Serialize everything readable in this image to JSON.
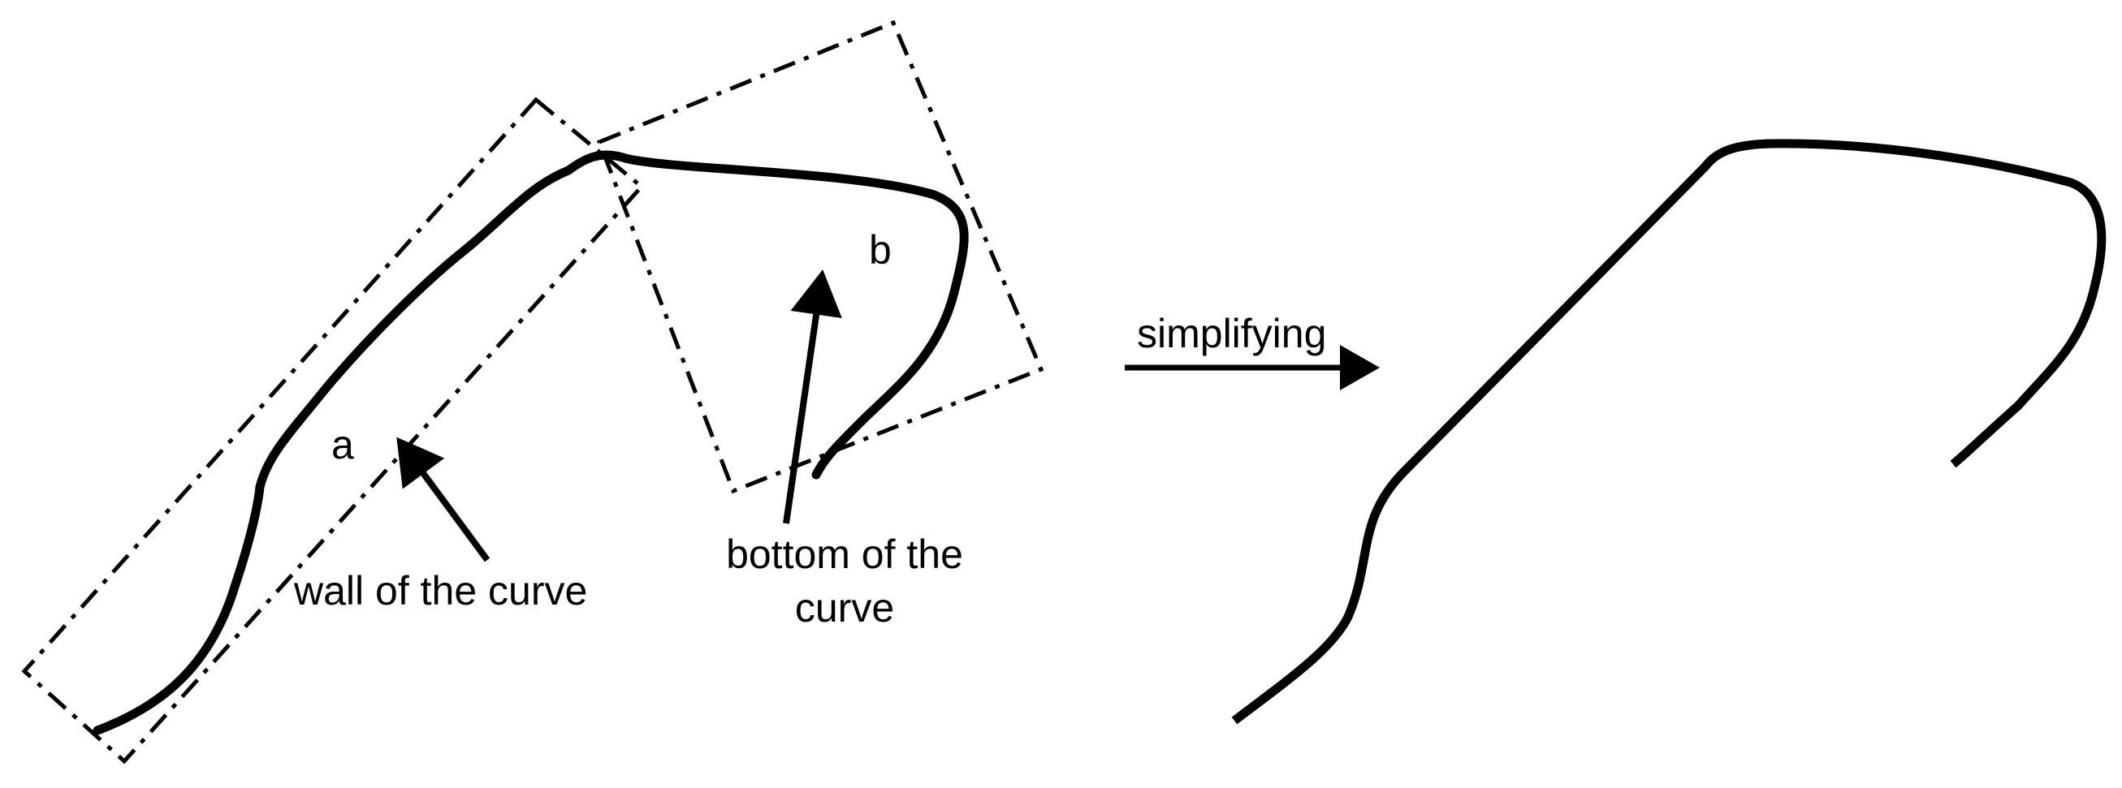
{
  "labels": {
    "region_a": "a",
    "region_b": "b",
    "wall": "wall of the curve",
    "bottom_line1": "bottom of the",
    "bottom_line2": "curve",
    "process": "simplifying"
  },
  "colors": {
    "stroke": "#000000",
    "background": "#ffffff"
  }
}
